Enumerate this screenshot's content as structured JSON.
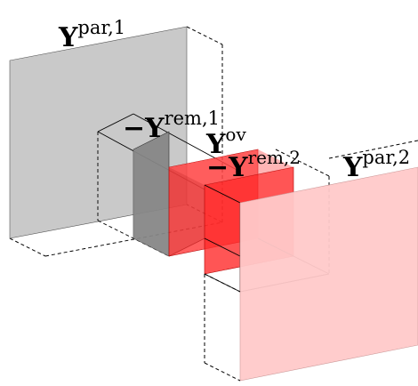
{
  "labels": {
    "par1": {
      "symbol": "Y",
      "prefix": "",
      "sup": "par,1"
    },
    "par2": {
      "symbol": "Y",
      "prefix": "",
      "sup": "par,2"
    },
    "rem1": {
      "symbol": "Y",
      "prefix": "−",
      "sup": "rem,1"
    },
    "rem2": {
      "symbol": "Y",
      "prefix": "−",
      "sup": "rem,2"
    },
    "ov": {
      "symbol": "Y",
      "prefix": "",
      "sup": "ov"
    }
  },
  "colors": {
    "gray_fill": "#c6c6c6",
    "dark_gray_fill": "#7f7f7f",
    "red_fill": "#ff2a2a",
    "pink_fill": "#ffc9c9",
    "line": "#000000"
  }
}
